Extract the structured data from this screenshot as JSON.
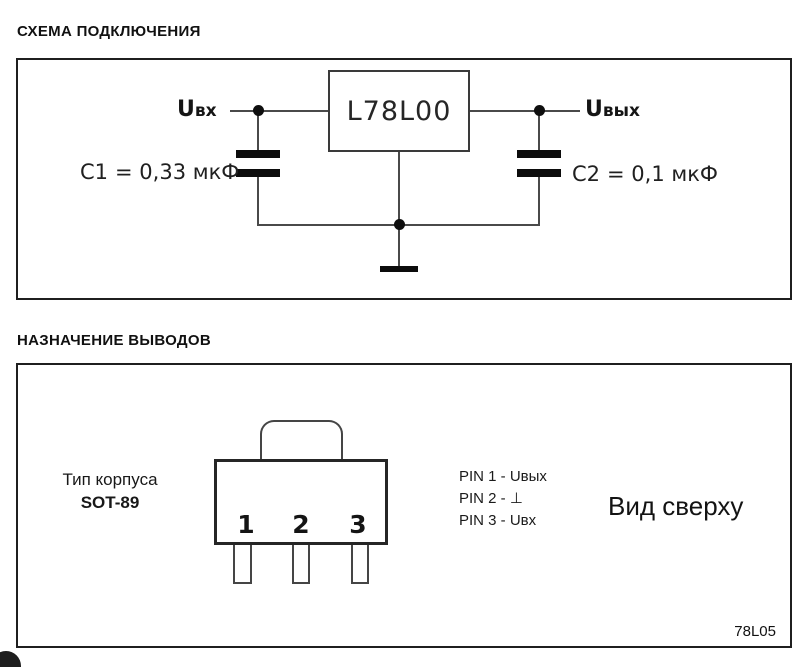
{
  "schema": {
    "title": "СХЕМА ПОДКЛЮЧЕНИЯ",
    "chip": "L78L00",
    "vin": {
      "base": "U",
      "sub": "вх"
    },
    "vout": {
      "base": "U",
      "sub": "вых"
    },
    "c1": {
      "name": "C1",
      "value": "= 0,33 мкФ"
    },
    "c2": {
      "name": "C2",
      "value": "= 0,1 мкФ"
    }
  },
  "pins": {
    "title": "НАЗНАЧЕНИЕ ВЫВОДОВ",
    "package_label": "Тип корпуса",
    "package_value": "SOT-89",
    "numbers": [
      "1",
      "2",
      "3"
    ],
    "assignments": [
      "PIN 1 - Uвых",
      "PIN 2 - ⊥",
      "PIN 3 - Uвх"
    ],
    "view_label": "Вид сверху"
  },
  "footer": {
    "doc_code": "78L05"
  },
  "colors": {
    "ink": "#1c1c1c",
    "wire": "#4a4a4a",
    "background": "#ffffff"
  }
}
